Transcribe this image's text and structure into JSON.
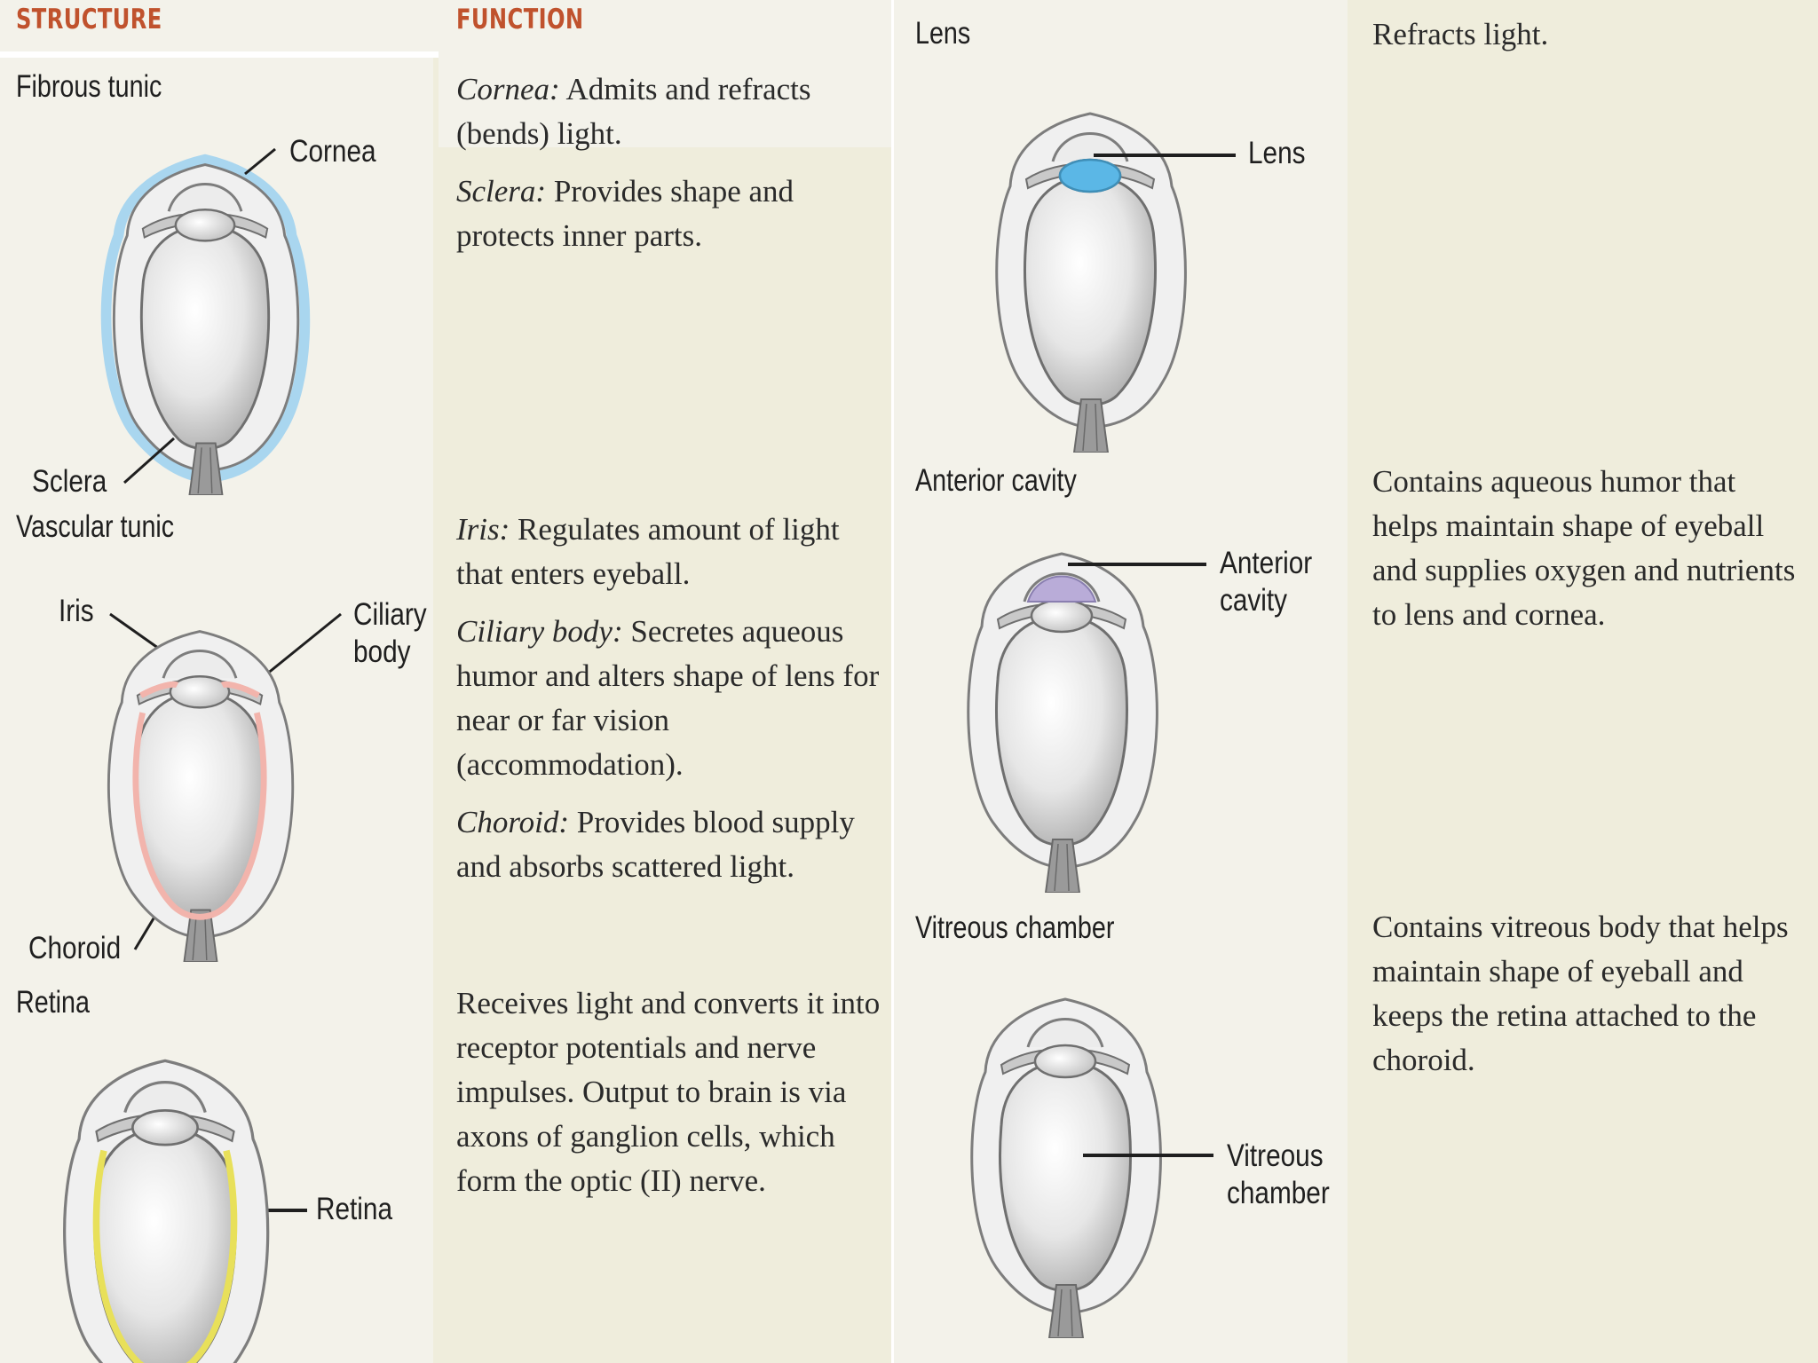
{
  "headers": {
    "structure": "STRUCTURE",
    "function": "FUNCTION"
  },
  "colors": {
    "header_accent": "#c0522d",
    "cornea_highlight": "#a9d6ef",
    "lens_highlight": "#5bb7e6",
    "choroid_highlight": "#f2b4ac",
    "anterior_highlight": "#b9acd8",
    "retina_highlight": "#e8e05a"
  },
  "rows": {
    "fibrous_tunic": {
      "name": "Fibrous tunic",
      "labels": {
        "cornea": "Cornea",
        "sclera": "Sclera"
      },
      "functions": [
        {
          "term": "Cornea:",
          "text": " Admits and refracts (bends) light."
        },
        {
          "term": "Sclera:",
          "text": " Provides shape and protects inner parts."
        }
      ]
    },
    "vascular_tunic": {
      "name": "Vascular tunic",
      "labels": {
        "iris": "Iris",
        "ciliary_body_1": "Ciliary",
        "ciliary_body_2": "body",
        "choroid": "Choroid"
      },
      "functions": [
        {
          "term": "Iris:",
          "text": " Regulates amount of light that enters eyeball."
        },
        {
          "term": "Ciliary body:",
          "text": " Secretes aqueous humor and alters shape of lens for near or far vision (accommodation)."
        },
        {
          "term": "Choroid:",
          "text": " Provides blood supply and absorbs scattered light."
        }
      ]
    },
    "retina": {
      "name": "Retina",
      "labels": {
        "retina": "Retina"
      },
      "function": "Receives light and converts it into receptor potentials and nerve impulses. Output to brain is via axons of ganglion cells, which form the optic (II) nerve."
    },
    "lens": {
      "name": "Lens",
      "labels": {
        "lens": "Lens"
      },
      "function": "Refracts light."
    },
    "anterior_cavity": {
      "name": "Anterior cavity",
      "labels": {
        "line1": "Anterior",
        "line2": "cavity"
      },
      "function": "Contains aqueous humor that helps maintain shape of eyeball and supplies oxygen and nutrients to lens and cornea."
    },
    "vitreous_chamber": {
      "name": "Vitreous chamber",
      "labels": {
        "line1": "Vitreous",
        "line2": "chamber"
      },
      "function": "Contains vitreous body that helps maintain shape of eyeball and keeps the retina attached to the choroid."
    }
  }
}
